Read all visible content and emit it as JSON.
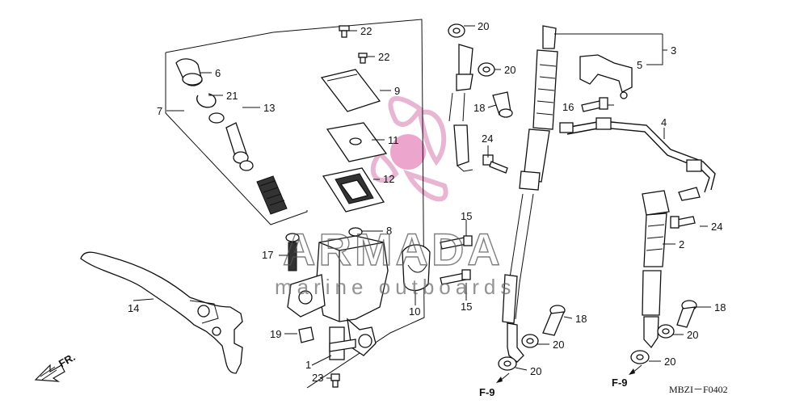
{
  "watermark": {
    "title": "ARMADA",
    "subtitle": "marine outboards"
  },
  "diagram_code": "MBZI－F0402",
  "direction_label": "FR.",
  "ref_labels": {
    "f9_left": "F-9",
    "f9_right": "F-9"
  },
  "callouts": {
    "c1": "1",
    "c2": "2",
    "c3": "3",
    "c4": "4",
    "c5": "5",
    "c6": "6",
    "c7": "7",
    "c8": "8",
    "c9": "9",
    "c10": "10",
    "c11": "11",
    "c12": "12",
    "c13": "13",
    "c14": "14",
    "c15a": "15",
    "c15b": "15",
    "c16": "16",
    "c17": "17",
    "c18a": "18",
    "c18b": "18",
    "c18c": "18",
    "c19": "19",
    "c20a": "20",
    "c20b": "20",
    "c20c": "20",
    "c20d": "20",
    "c20e": "20",
    "c20f": "20",
    "c21": "21",
    "c22a": "22",
    "c22b": "22",
    "c23": "23",
    "c24a": "24",
    "c24b": "24"
  },
  "colors": {
    "line": "#111111",
    "watermark_logo": "#e3a3c8",
    "watermark_logo_center": "#e88fc0"
  }
}
